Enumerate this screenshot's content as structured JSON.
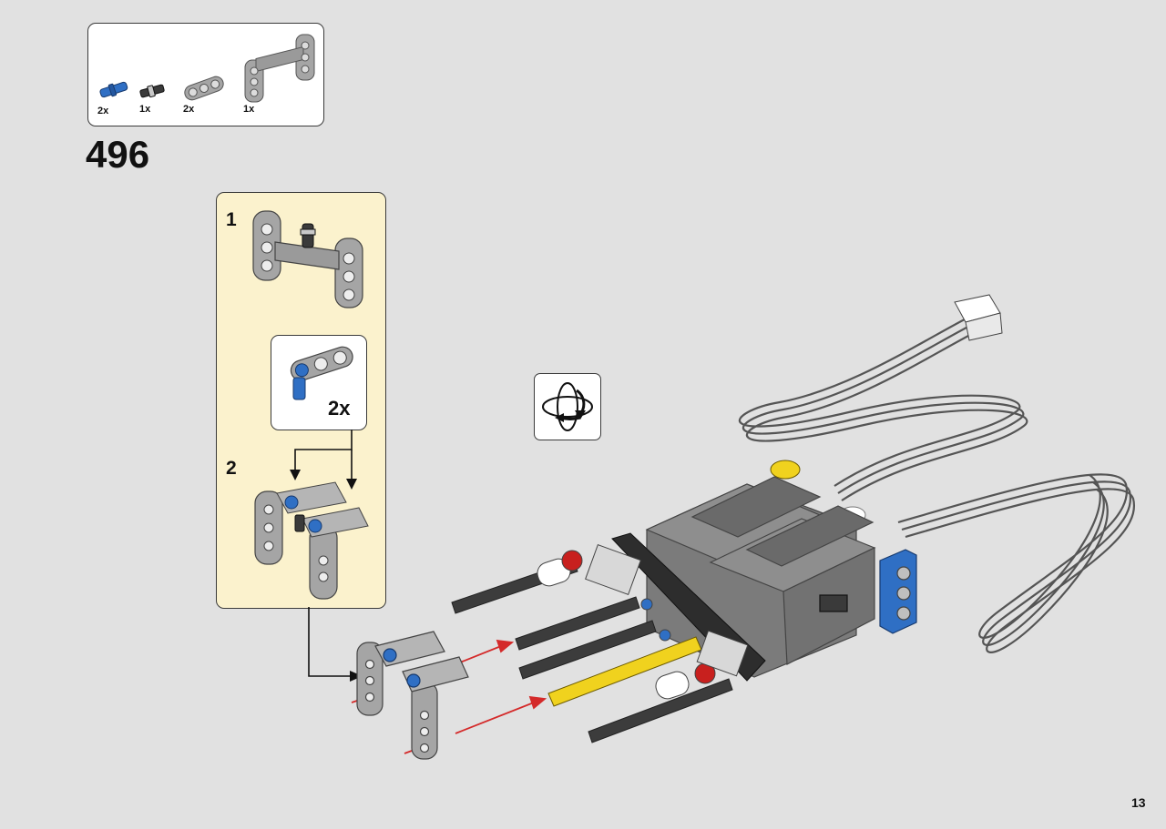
{
  "parts_list": {
    "items": [
      {
        "qty": "2x",
        "part": "blue-pin-icon"
      },
      {
        "qty": "1x",
        "part": "black-axle-connector-icon"
      },
      {
        "qty": "2x",
        "part": "gray-beam-icon"
      },
      {
        "qty": "1x",
        "part": "gray-h-frame-icon"
      }
    ]
  },
  "step": {
    "number": "496"
  },
  "substeps": {
    "one": {
      "number": "1"
    },
    "two": {
      "number": "2",
      "callout_qty": "2x"
    }
  },
  "page": {
    "number": "13"
  },
  "colors": {
    "background": "#e1e1e1",
    "subassembly_panel": "#fbf2cd",
    "part_gray": "#9a9a9a",
    "pin_blue": "#2f6fc4",
    "axle_yellow": "#f0d21e",
    "arrow_red": "#d42a2a",
    "connector_red": "#c8201e"
  }
}
